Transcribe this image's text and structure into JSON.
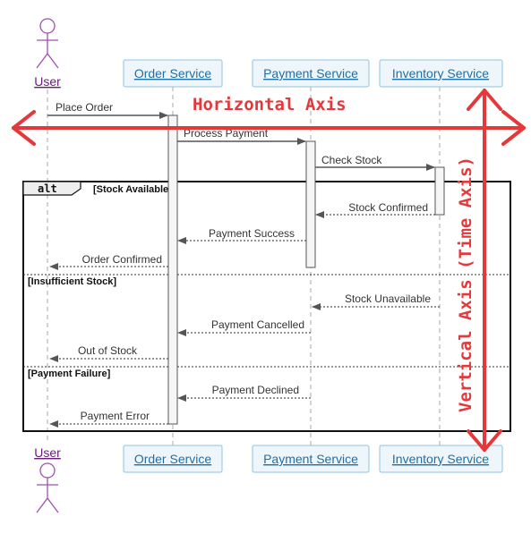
{
  "participants": {
    "user": "User",
    "order": "Order Service",
    "payment": "Payment Service",
    "inventory": "Inventory Service"
  },
  "messages": [
    {
      "id": "place-order",
      "label": "Place Order"
    },
    {
      "id": "process-payment",
      "label": "Process Payment"
    },
    {
      "id": "check-stock",
      "label": "Check Stock"
    },
    {
      "id": "stock-confirmed",
      "label": "Stock Confirmed"
    },
    {
      "id": "payment-success",
      "label": "Payment Success"
    },
    {
      "id": "order-confirmed",
      "label": "Order Confirmed"
    },
    {
      "id": "stock-unavailable",
      "label": "Stock Unavailable"
    },
    {
      "id": "payment-cancelled",
      "label": "Payment Cancelled"
    },
    {
      "id": "out-of-stock",
      "label": "Out of Stock"
    },
    {
      "id": "payment-declined",
      "label": "Payment Declined"
    },
    {
      "id": "payment-error",
      "label": "Payment Error"
    }
  ],
  "fragment": {
    "operator": "alt",
    "guards": [
      "[Stock Available]",
      "[Insufficient Stock]",
      "[Payment Failure]"
    ]
  },
  "annotations": {
    "horizontal": "Horizontal Axis",
    "vertical": "Vertical Axis (Time Axis)"
  },
  "colors": {
    "axis": "#e5383b",
    "participant_fill": "#eef6fb",
    "participant_border": "#8cc3e6",
    "participant_text": "#1f6fa8",
    "actor": "#a050b0"
  }
}
